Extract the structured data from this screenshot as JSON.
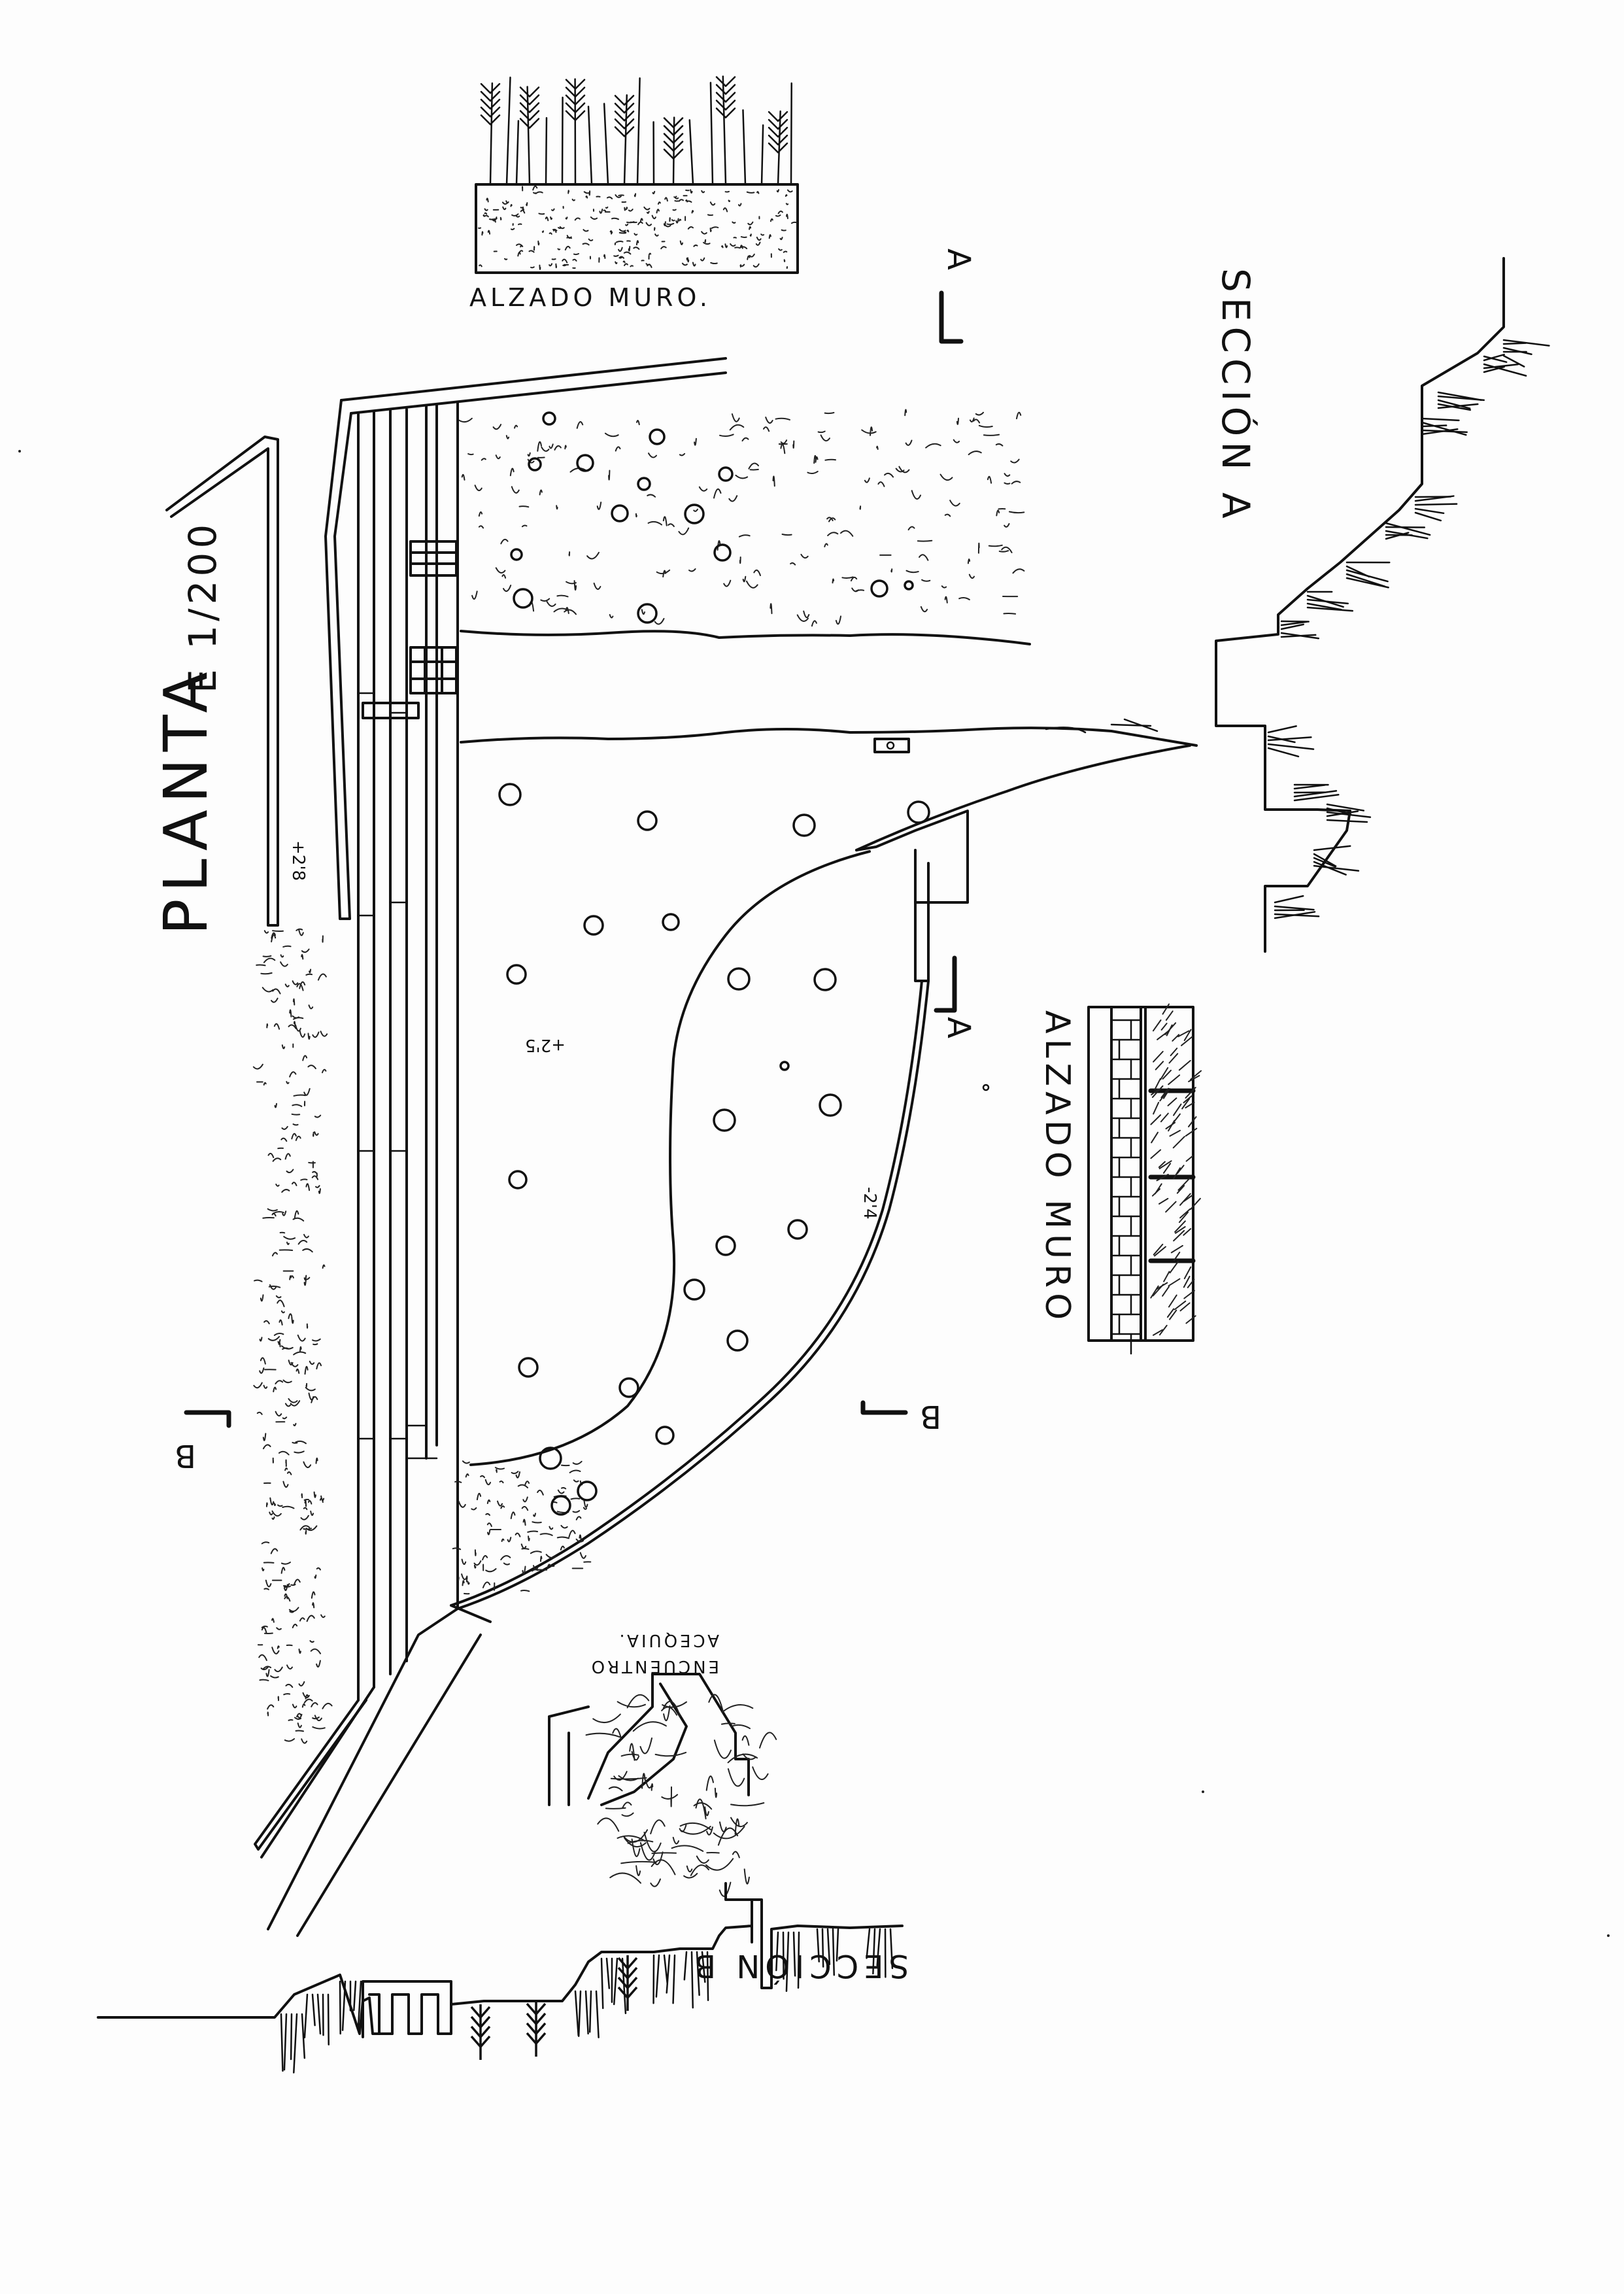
{
  "sheet": {
    "plan_title": "PLANTA",
    "plan_scale": "E 1/200",
    "top_wall_elevation_title": "ALZADO MURO.",
    "side_wall_elevation_title": "ALZADO MURO",
    "section_a_title": "SECCIÓN A",
    "section_b_title": "SECCIÓN B",
    "junction_note_line1": "ENCUENTRO",
    "junction_note_line2": "ACEQUIA.",
    "cut_a_top": "A",
    "cut_a_bottom": "A",
    "cut_b_left": "B",
    "cut_b_right": "B",
    "level_upper_path": "+2'8",
    "level_field": "+2'5",
    "level_lower_edge": "-2'4"
  }
}
